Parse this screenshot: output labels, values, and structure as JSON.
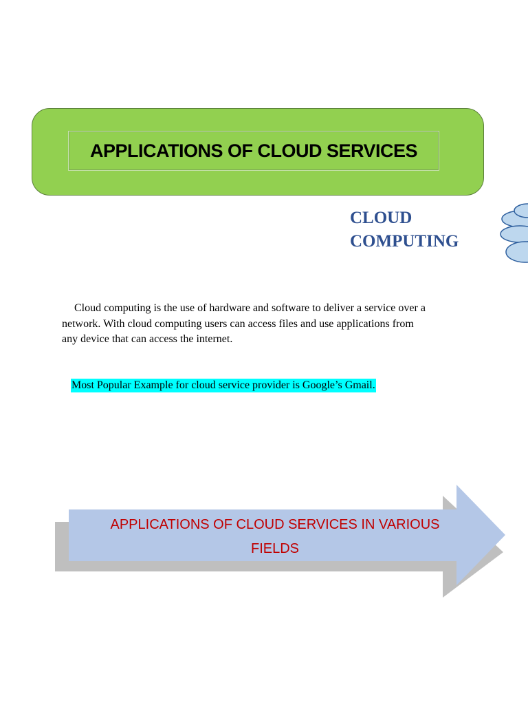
{
  "title": {
    "text": "APPLICATIONS OF CLOUD SERVICES"
  },
  "cloud_heading": {
    "line1": "CLOUD",
    "line2": "COMPUTING"
  },
  "paragraph": {
    "line1": "Cloud computing is the use of hardware and software to deliver a service over a",
    "line2": "network. With cloud computing users can access files and use applications from",
    "line3": "any device that can access the internet."
  },
  "example": {
    "text": "Most Popular Example for cloud service provider is Google’s Gmail."
  },
  "arrow": {
    "line1": "APPLICATIONS  OF CLOUD SERVICES IN VARIOUS",
    "line2": "FIELDS"
  },
  "colors": {
    "title_fill": "#92d050",
    "heading": "#2e4f8f",
    "highlight": "#00ffff",
    "arrow_fill": "#b4c7e7",
    "arrow_shadow": "#bfbfbf",
    "arrow_text": "#c00000",
    "cloud_fill": "#bdd7ee"
  }
}
